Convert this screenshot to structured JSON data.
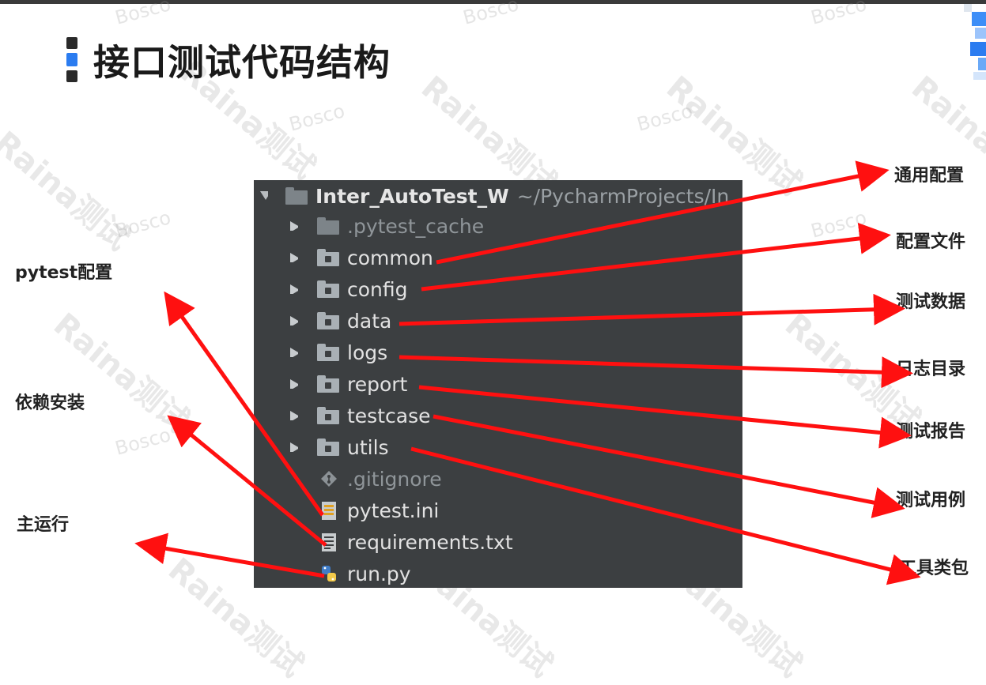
{
  "page": {
    "title": "接口测试代码结构",
    "watermark_brand": "Raina测试",
    "watermark_author": "Bosco"
  },
  "tree": {
    "root_name": "Inter_AutoTest_W",
    "root_path": "~/PycharmProjects/In",
    "folders": [
      {
        "name": ".pytest_cache",
        "dim": true
      },
      {
        "name": "common"
      },
      {
        "name": "config"
      },
      {
        "name": "data"
      },
      {
        "name": "logs"
      },
      {
        "name": "report"
      },
      {
        "name": "testcase"
      },
      {
        "name": "utils"
      }
    ],
    "files": [
      {
        "name": ".gitignore",
        "icon": "git-icon"
      },
      {
        "name": "pytest.ini",
        "icon": "ini-file-icon"
      },
      {
        "name": "requirements.txt",
        "icon": "text-file-icon"
      },
      {
        "name": "run.py",
        "icon": "python-icon"
      }
    ]
  },
  "annotations": {
    "right": [
      "通用配置",
      "配置文件",
      "测试数据",
      "日志目录",
      "测试报告",
      "测试用例",
      "工具类包"
    ],
    "left": [
      "pytest配置",
      "依赖安装",
      "主运行"
    ]
  },
  "colors": {
    "arrow": "#ff1010",
    "panel_bg": "#3c3f41",
    "title_accent": "#2b7cf0"
  }
}
